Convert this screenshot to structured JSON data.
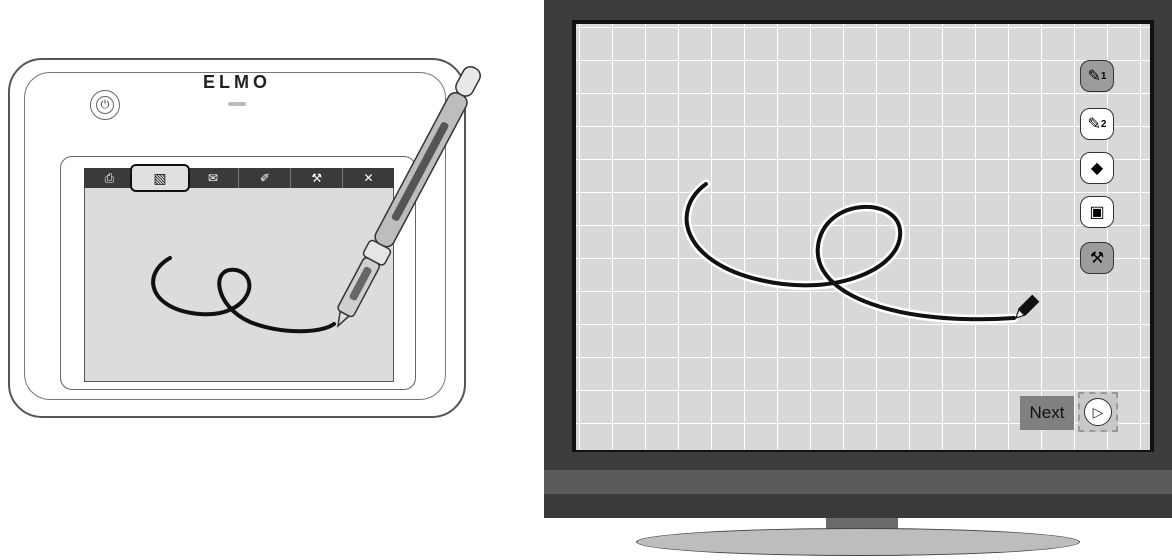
{
  "tablet": {
    "logo": "ELMO",
    "power_icon": "power-icon",
    "toolbar_icons": [
      "pen-mode-icon",
      "draw-board-icon",
      "edit-image-icon",
      "folder-icon",
      "settings-icon",
      "close-icon"
    ],
    "toolbar_glyphs": [
      "⎙",
      "▧",
      "✉",
      "✐",
      "⚒",
      "✕"
    ]
  },
  "monitor": {
    "side_tools": [
      {
        "icon": "pen-1-icon",
        "glyph": "✎",
        "badge": "1"
      },
      {
        "icon": "pen-2-icon",
        "glyph": "✎",
        "badge": "2"
      },
      {
        "icon": "eraser-icon",
        "glyph": "◆",
        "badge": ""
      },
      {
        "icon": "camera-icon",
        "glyph": "▣",
        "badge": ""
      },
      {
        "icon": "settings-icon",
        "glyph": "⚒",
        "badge": ""
      }
    ],
    "next_label": "Next",
    "next_icon": "play-triangle-icon",
    "next_glyph": "▷"
  }
}
